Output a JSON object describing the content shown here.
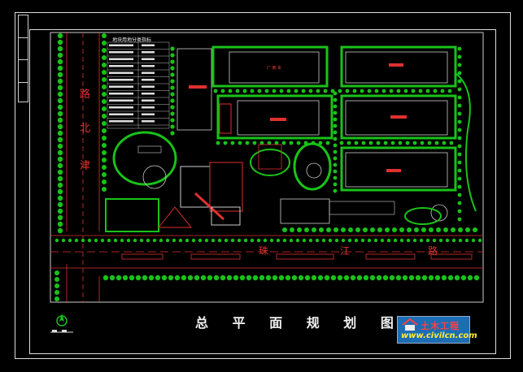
{
  "drawing": {
    "title": "总 平 面 规 划 图",
    "table_title": "地块用地分类指标",
    "road_vertical": [
      "路",
      "北",
      "津"
    ],
    "road_horizontal": [
      "珠",
      "江",
      "路"
    ],
    "building_label": "厂 房 车"
  },
  "logo": {
    "name": "土木工程",
    "url": "www.civilcn.com"
  },
  "colors": {
    "background": "#000000",
    "green": "#19c219",
    "red": "#e03030",
    "white": "#f0f0f0",
    "logo_blue": "#1c6db4"
  },
  "icons": [
    "north-arrow-icon",
    "house-icon"
  ]
}
